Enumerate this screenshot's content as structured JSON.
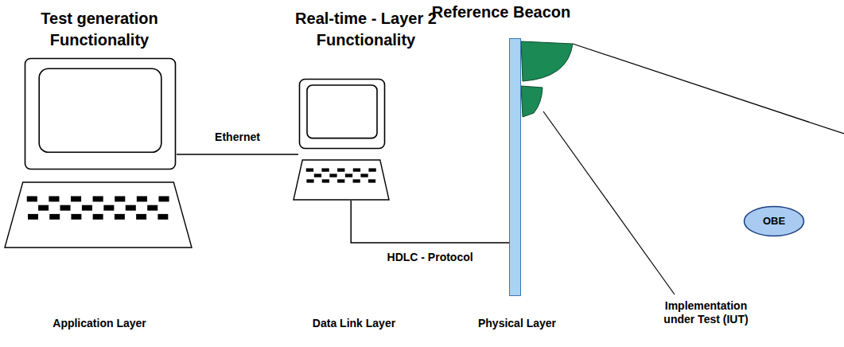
{
  "diagram": {
    "nodes": [
      {
        "text": [
          "Test generation Functionality"
        ]
      },
      {
        "text": [
          "Real-time - Layer 2 Functionality"
        ]
      },
      {
        "text": [
          "Reference Beacon"
        ]
      },
      {
        "text": [
          "OBE"
        ]
      }
    ],
    "edges": [
      {
        "from": 0,
        "to": 1,
        "arrow": "none",
        "label": "Ethernet"
      },
      {
        "from": 1,
        "to": 2,
        "arrow": "none",
        "label": "HDLC - Protocol"
      }
    ],
    "labels": [
      "Application Layer",
      "Data Link Layer",
      "Physical Layer",
      "Implementation under Test (IUT)"
    ]
  }
}
